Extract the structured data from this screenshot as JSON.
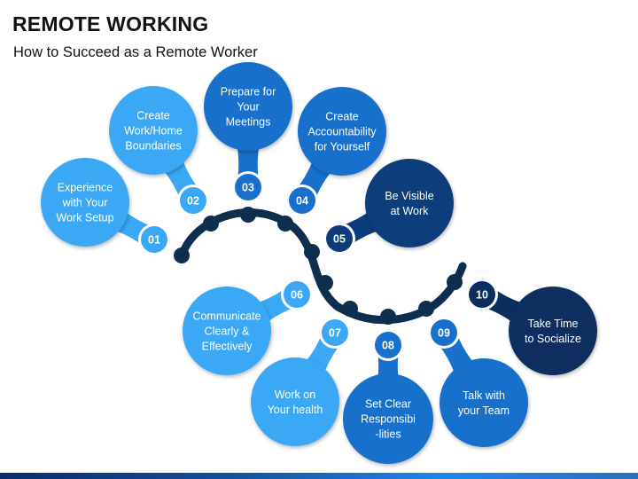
{
  "title": "REMOTE WORKING",
  "subtitle": "How to Succeed as a Remote Worker",
  "tips": [
    {
      "num": "01",
      "lines": [
        "Experience",
        "with Your",
        "Work Setup"
      ]
    },
    {
      "num": "02",
      "lines": [
        "Create",
        "Work/Home",
        "Boundaries"
      ]
    },
    {
      "num": "03",
      "lines": [
        "Prepare for",
        "Your",
        "Meetings"
      ]
    },
    {
      "num": "04",
      "lines": [
        "Create",
        "Accountability",
        "for Yourself"
      ]
    },
    {
      "num": "05",
      "lines": [
        "Be Visible",
        "at Work"
      ]
    },
    {
      "num": "06",
      "lines": [
        "Communicate",
        "Clearly &",
        "Effectively"
      ]
    },
    {
      "num": "07",
      "lines": [
        "Work on",
        "Your health"
      ]
    },
    {
      "num": "08",
      "lines": [
        "Set Clear",
        "Responsibi",
        "-lities"
      ]
    },
    {
      "num": "09",
      "lines": [
        "Talk with",
        "your Team"
      ]
    },
    {
      "num": "10",
      "lines": [
        "Take Time",
        "to Socialize"
      ]
    }
  ],
  "colors": {
    "light": "#3aa8f5",
    "mid": "#1670cc",
    "dark": "#0c3d7a",
    "darkest": "#0a2e5e",
    "curve": "#0f2d4d"
  }
}
